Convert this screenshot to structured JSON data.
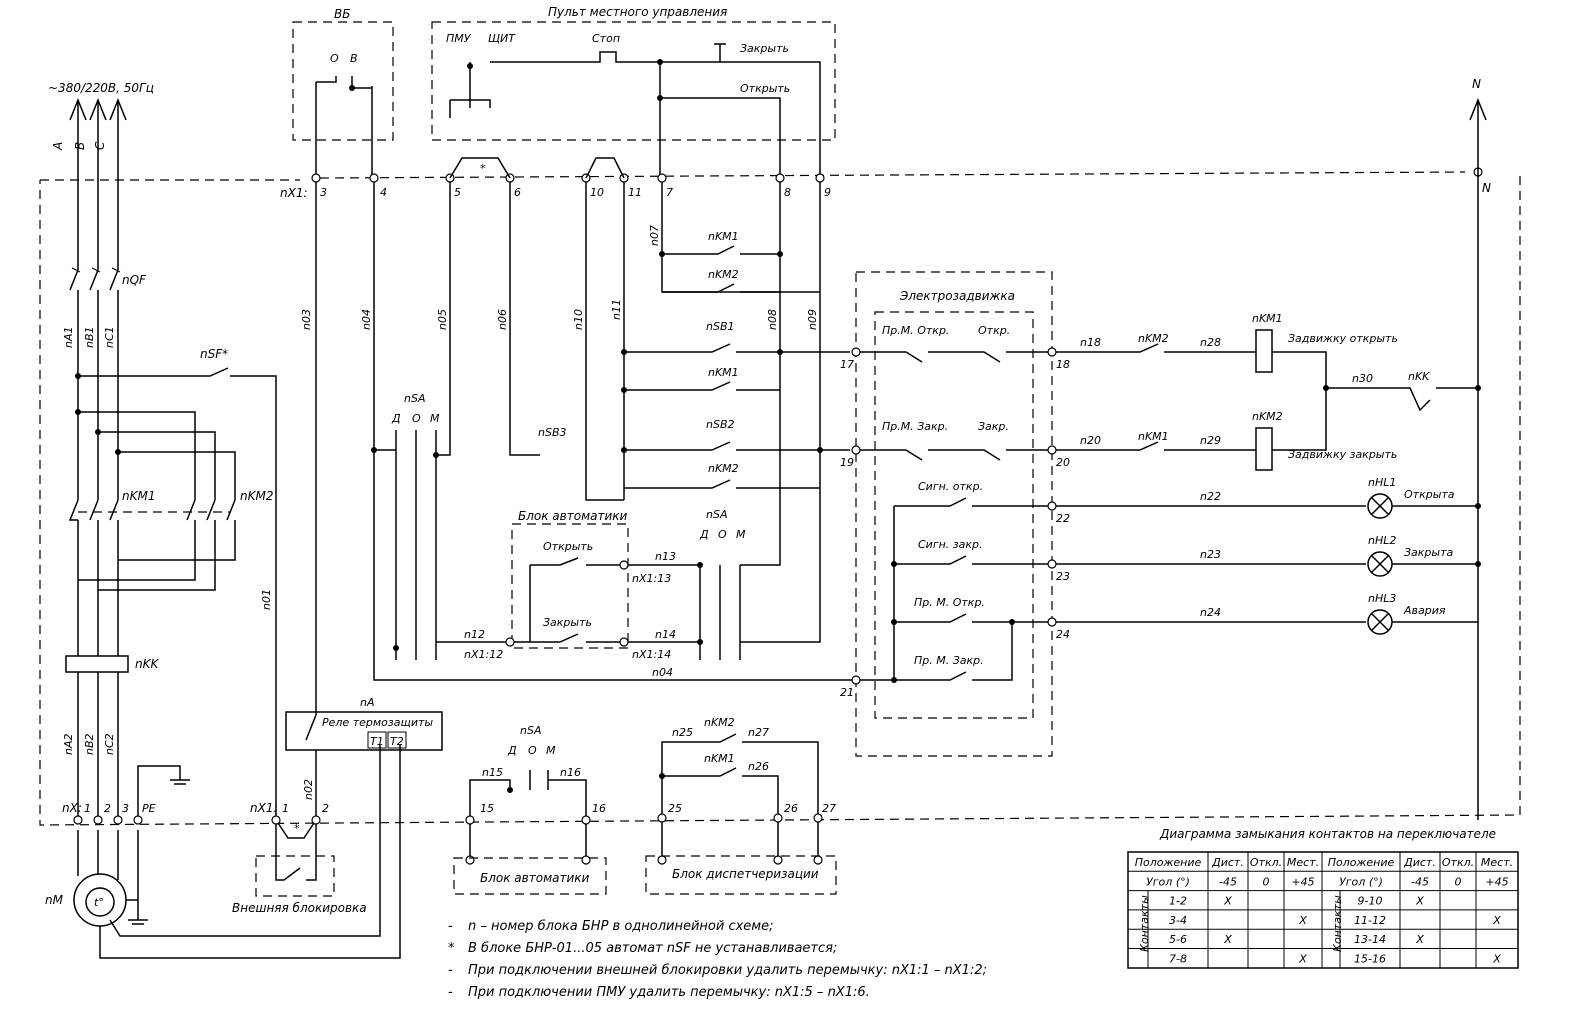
{
  "supply": "~380/220В, 50Гц",
  "phases": [
    "A",
    "B",
    "C"
  ],
  "neutral": "N",
  "blocks": {
    "vb": "ВБ",
    "vb_o": "О",
    "vb_v": "В",
    "pmu_panel": "Пульт местного управления",
    "pmu": "ПМУ",
    "shchit": "ЩИТ",
    "stop": "Стоп",
    "close_btn": "Закрыть",
    "open_btn": "Открыть",
    "actuator": "Электрозадвижка",
    "auto_block": "Блок автоматики",
    "auto_open": "Открыть",
    "auto_close": "Закрыть",
    "relay": "Реле термозащиты",
    "relay_na": "nA",
    "t1": "T1",
    "t2": "T2",
    "ext_lock": "Внешняя блокировка",
    "auto_block2": "Блок автоматики",
    "dispatch": "Блок диспетчеризации"
  },
  "components": {
    "qf": "nQF",
    "sf": "nSF*",
    "km1": "nKM1",
    "km2": "nKM2",
    "kk": "nKK",
    "motor": "nM",
    "pe": "PE",
    "sa": "nSA",
    "sb1": "nSB1",
    "sb2": "nSB2",
    "sb3": "nSB3",
    "hl1": "nHL1",
    "hl2": "nHL2",
    "hl3": "nHL3"
  },
  "sa_positions": [
    "Д",
    "О",
    "М"
  ],
  "actuator_contacts": {
    "pm_open": "Пр.М. Откр.",
    "open": "Откр.",
    "pm_close": "Пр.М. Закр.",
    "close": "Закр.",
    "sig_open": "Сигн. откр.",
    "sig_close": "Сигн. закр.",
    "pm_open2": "Пр. М. Откр.",
    "pm_close2": "Пр. М. Закр."
  },
  "coils": {
    "km1_text": "Задвижку открыть",
    "km2_text": "Задвижку закрыть",
    "hl1_text": "Открыта",
    "hl2_text": "Закрыта",
    "hl3_text": "Авария"
  },
  "wires": {
    "a1": "nA1",
    "b1": "nB1",
    "c1": "nC1",
    "a2": "nA2",
    "b2": "nB2",
    "c2": "nC2",
    "n01": "n01",
    "n02": "n02",
    "n03": "n03",
    "n04": "n04",
    "n05": "n05",
    "n06": "n06",
    "n07": "n07",
    "n08": "n08",
    "n09": "n09",
    "n10": "n10",
    "n11": "n11",
    "n12": "n12",
    "n13": "n13",
    "n14": "n14",
    "n15": "n15",
    "n16": "n16",
    "n18": "n18",
    "n20": "n20",
    "n22": "n22",
    "n23": "n23",
    "n24": "n24",
    "n25": "n25",
    "n26": "n26",
    "n27": "n27",
    "n28": "n28",
    "n29": "n29",
    "n30": "n30"
  },
  "terminals": {
    "nx1_prefix": "nX1:",
    "nx_prefix": "nX:",
    "t3": "3",
    "t4": "4",
    "t5": "5",
    "t6": "6",
    "t10": "10",
    "t11": "11",
    "t7": "7",
    "t8": "8",
    "t9": "9",
    "t17": "17",
    "t18": "18",
    "t19": "19",
    "t20": "20",
    "t21": "21",
    "t22": "22",
    "t23": "23",
    "t24": "24",
    "t15": "15",
    "t16": "16",
    "t25": "25",
    "t26": "26",
    "t27": "27",
    "x1": "1",
    "x2": "2",
    "x3": "3",
    "nx1_13": "nX1:13",
    "nx1_12": "nX1:12",
    "nx1_14": "nX1:14",
    "tb1": "1",
    "tb2": "2"
  },
  "notes": [
    "n – номер блока БНР в однолинейной схеме;",
    "В блоке БНР-01...05 автомат nSF не устанавливается;",
    "При подключении внешней блокировки удалить перемычку: nX1:1 – nX1:2;",
    "При подключении ПМУ удалить перемычку: nX1:5 – nX1:6."
  ],
  "note_markers": [
    "-",
    "*",
    "-",
    "-"
  ],
  "star": "*",
  "table": {
    "title": "Диаграмма замыкания контактов на переключателе",
    "left_headers": [
      "Положение",
      "Дист.",
      "Откл.",
      "Мест."
    ],
    "right_headers": [
      "Положение",
      "Дист.",
      "Откл.",
      "Мест."
    ],
    "angle_row": [
      "Угол (°)",
      "-45",
      "0",
      "+45"
    ],
    "side_label": "Контакты",
    "left_rows": [
      [
        "1-2",
        "X",
        "",
        ""
      ],
      [
        "3-4",
        "",
        "",
        "X"
      ],
      [
        "5-6",
        "X",
        "",
        ""
      ],
      [
        "7-8",
        "",
        "",
        "X"
      ]
    ],
    "right_rows": [
      [
        "9-10",
        "X",
        "",
        ""
      ],
      [
        "11-12",
        "",
        "",
        "X"
      ],
      [
        "13-14",
        "X",
        "",
        ""
      ],
      [
        "15-16",
        "",
        "",
        "X"
      ]
    ]
  }
}
